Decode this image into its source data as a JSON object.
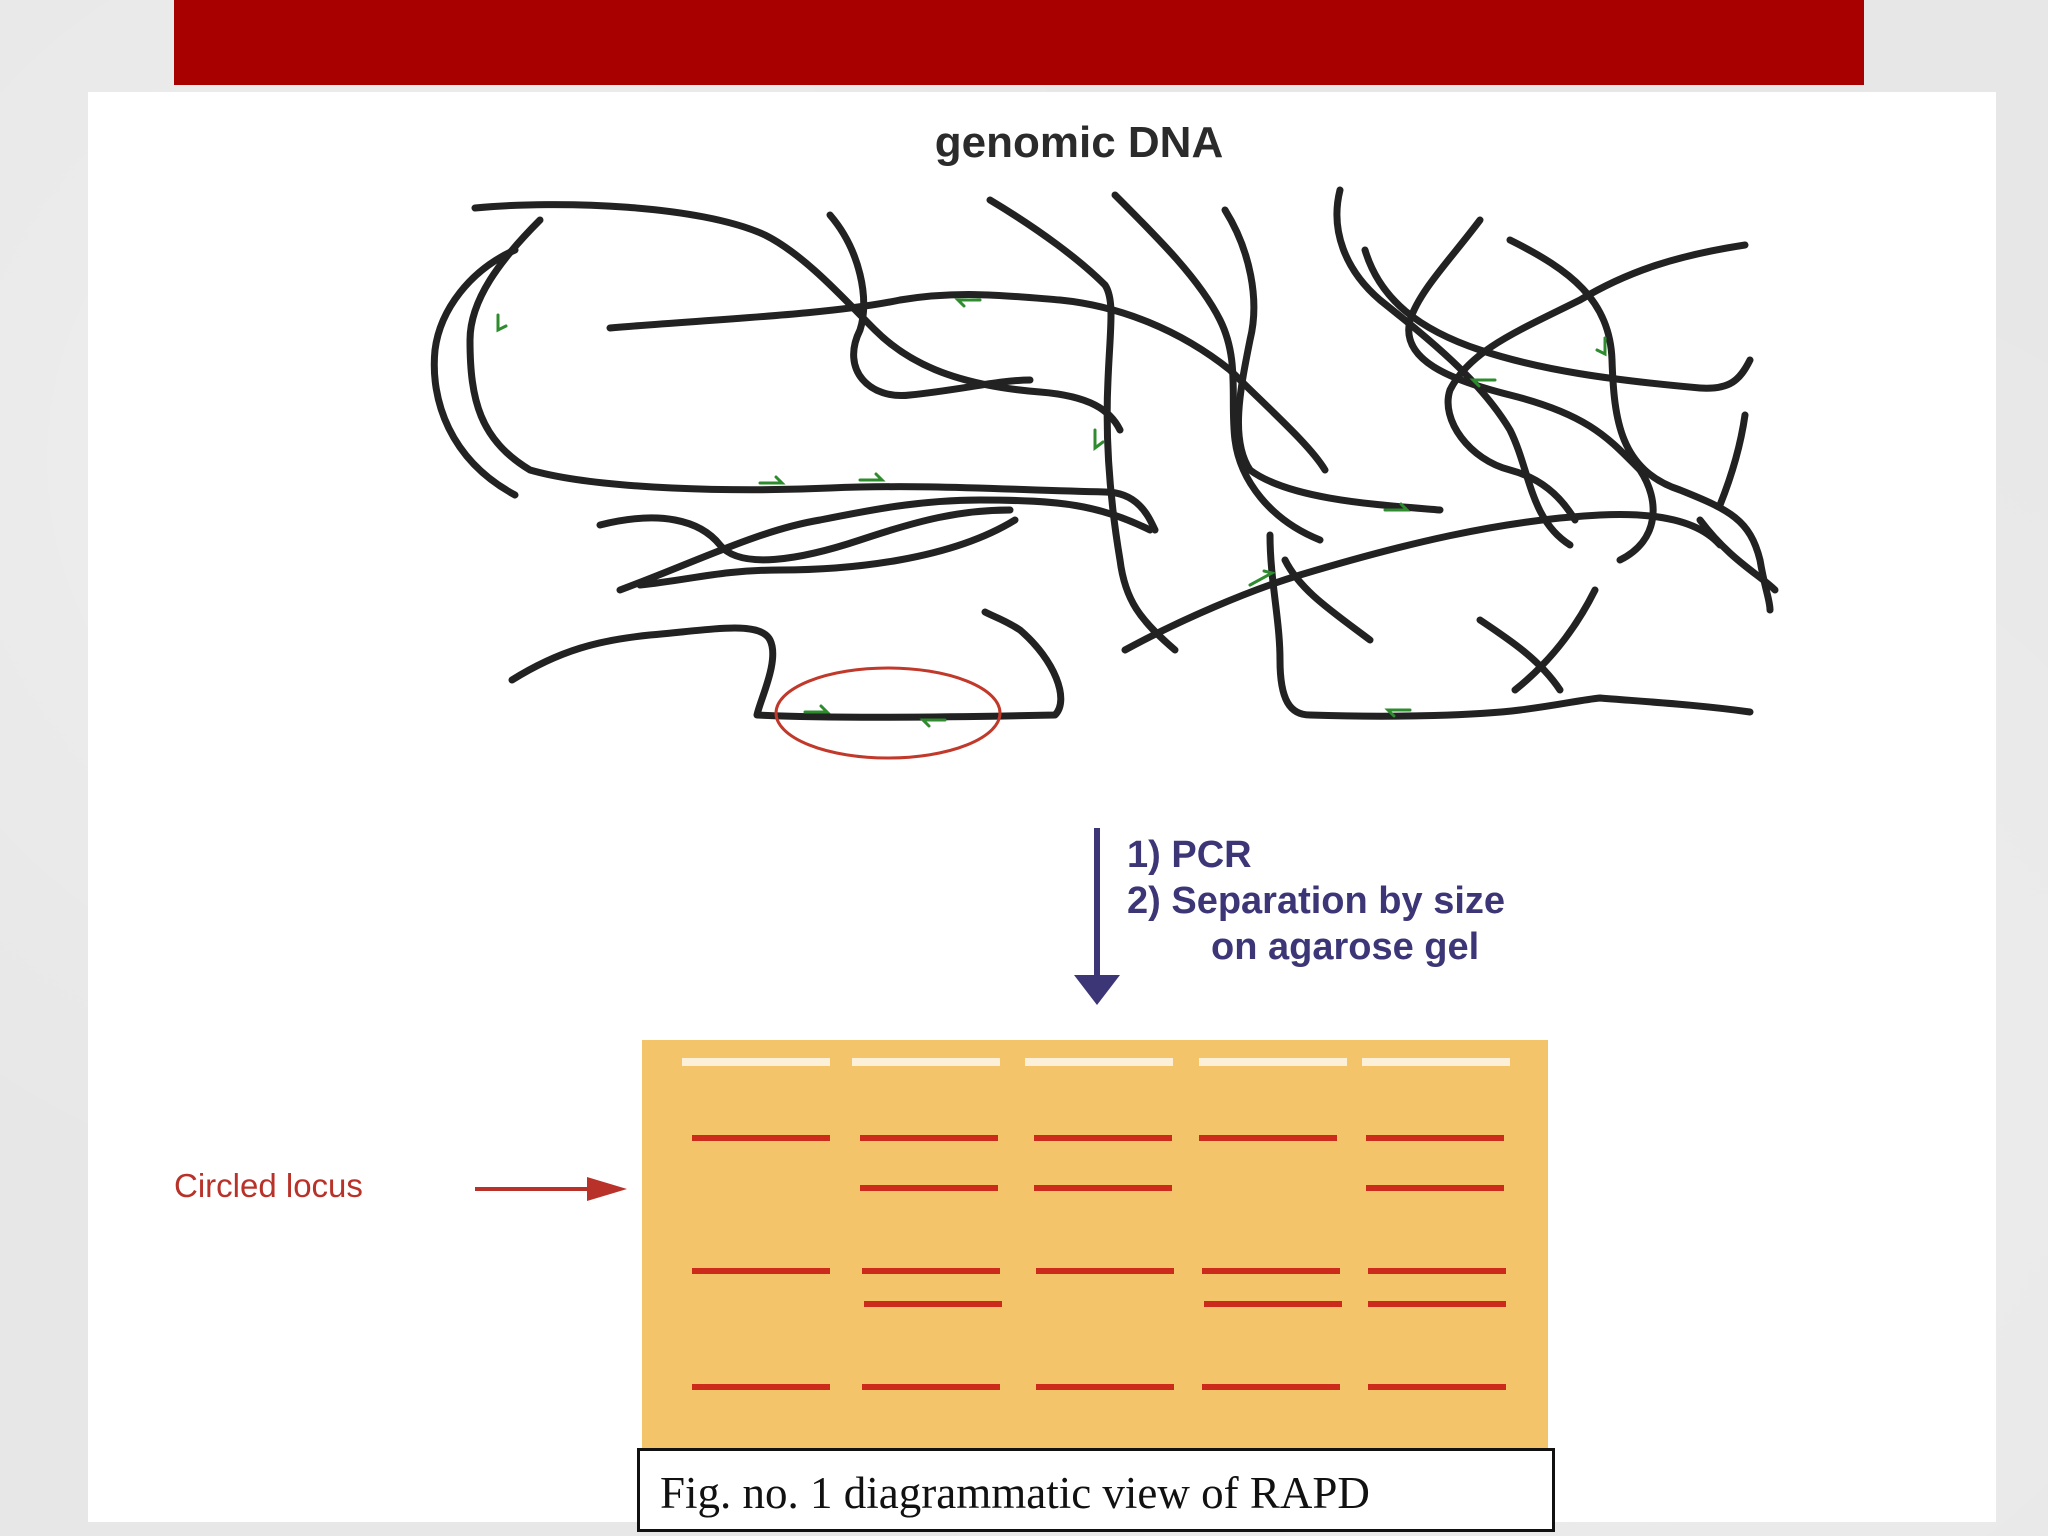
{
  "slide": {
    "accent_color": "#a80000"
  },
  "diagram": {
    "title": "genomic DNA",
    "steps": [
      "1) PCR",
      "2) Separation by size",
      "on agarose gel"
    ],
    "locus_label": "Circled locus",
    "caption": "Fig. no. 1 diagrammatic view of RAPD",
    "gel": {
      "lanes": 5,
      "band_rows": [
        {
          "lanes_present": [
            1,
            2,
            3,
            4,
            5
          ]
        },
        {
          "lanes_present": [
            2,
            3,
            5
          ]
        },
        {
          "lanes_present": [
            1,
            2,
            3,
            4,
            5
          ]
        },
        {
          "lanes_present": [
            2,
            4,
            5
          ]
        },
        {
          "lanes_present": [
            1,
            2,
            3,
            4,
            5
          ]
        }
      ]
    },
    "colors": {
      "dna_strand": "#222222",
      "primer_marks": "#2e8b2e",
      "circle": "#c0392b",
      "arrow": "#3c3677",
      "gel": "#f4c46a",
      "band": "#cc2a1b"
    }
  }
}
